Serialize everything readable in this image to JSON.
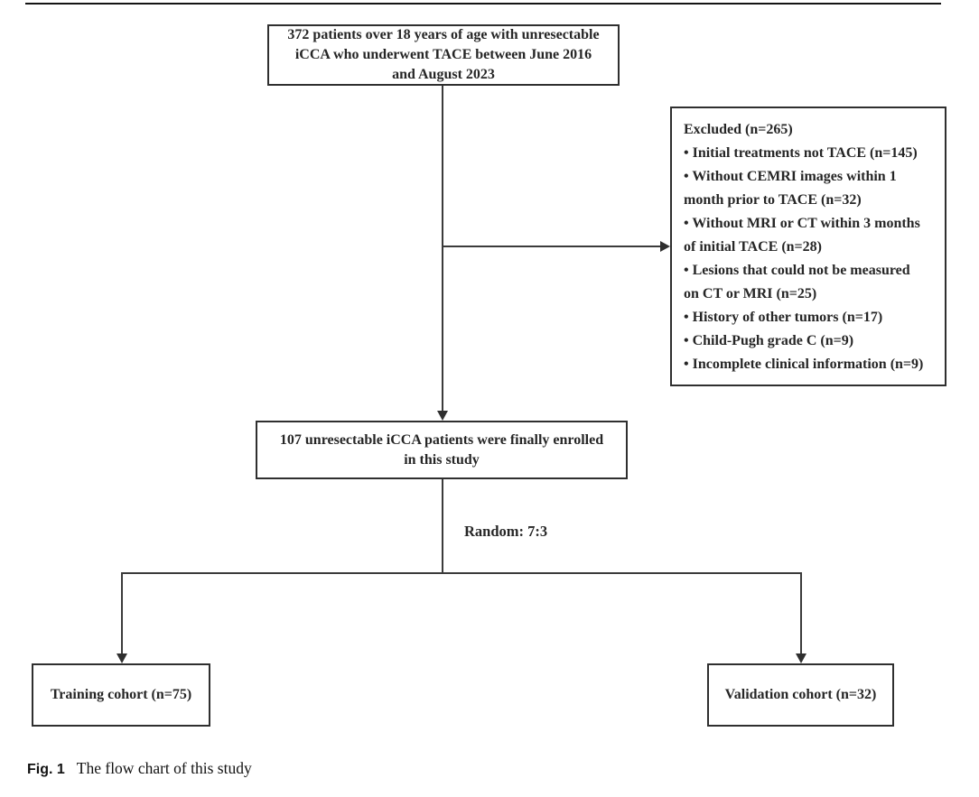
{
  "figure": {
    "caption": {
      "tag": "Fig. 1",
      "text": "The flow chart of this study"
    }
  },
  "flowchart": {
    "initial_box": {
      "lines": [
        "372 patients over 18 years of age with unresectable",
        "iCCA who underwent TACE between June 2016",
        "and August 2023"
      ]
    },
    "excluded_box": {
      "title": "Excluded (n=265)",
      "lines": [
        "• Initial treatments not TACE (n=145)",
        "• Without CEMRI images within 1",
        "month prior to TACE (n=32)",
        "• Without MRI or CT within 3 months",
        "of initial TACE (n=28)",
        "• Lesions that could not be measured",
        "on CT or MRI (n=25)",
        "• History of other tumors (n=17)",
        "• Child-Pugh grade C (n=9)",
        "• Incomplete clinical information (n=9)"
      ]
    },
    "enrolled_box": {
      "lines": [
        "107 unresectable iCCA patients were finally enrolled",
        "in this study"
      ]
    },
    "split_label": "Random: 7:3",
    "training_box": {
      "label": "Training cohort (n=75)"
    },
    "validation_box": {
      "label": "Validation cohort (n=32)"
    }
  },
  "colors": {
    "box_border": "#2f2f2f",
    "connector": "#3b3b3b",
    "text": "#262626",
    "top_rule": "#141414"
  }
}
